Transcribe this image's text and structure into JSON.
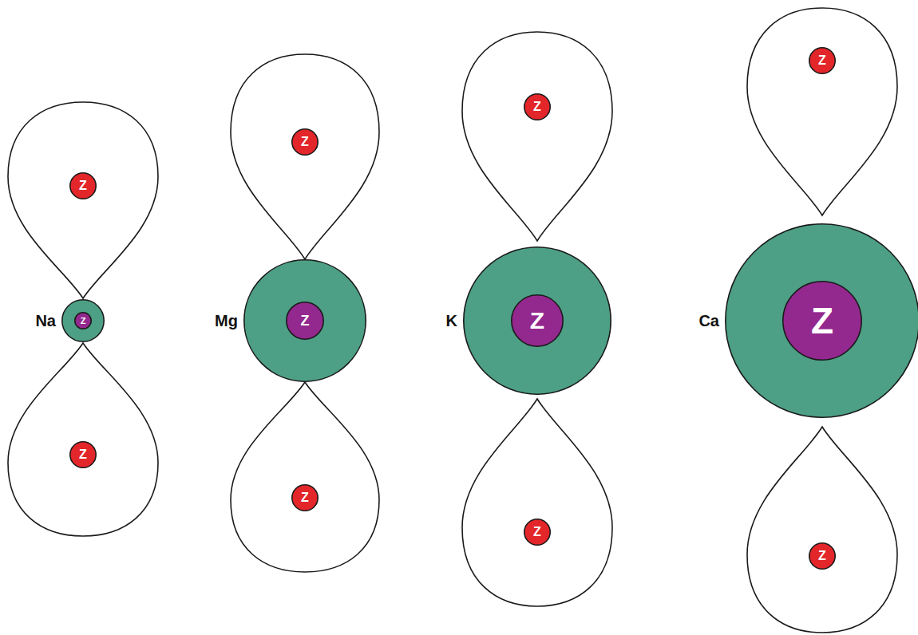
{
  "diagram": {
    "nodes": [
      {
        "text": [
          "Z"
        ]
      },
      {
        "text": [
          "Na"
        ]
      },
      {
        "text": [
          "Z"
        ],
        "in": 1
      },
      {
        "text": [
          "Z"
        ]
      },
      {
        "text": [
          "Z"
        ]
      },
      {
        "text": [
          "Mg"
        ]
      },
      {
        "text": [
          "Z"
        ],
        "in": 5
      },
      {
        "text": [
          "Z"
        ]
      },
      {
        "text": [
          "Z"
        ]
      },
      {
        "text": [
          "K"
        ]
      },
      {
        "text": [
          "Z"
        ],
        "in": 9
      },
      {
        "text": [
          "Z"
        ]
      },
      {
        "text": [
          "Z"
        ]
      },
      {
        "text": [
          "Ca"
        ]
      },
      {
        "text": [
          "Z"
        ],
        "in": 13
      },
      {
        "text": [
          "Z"
        ]
      }
    ]
  }
}
